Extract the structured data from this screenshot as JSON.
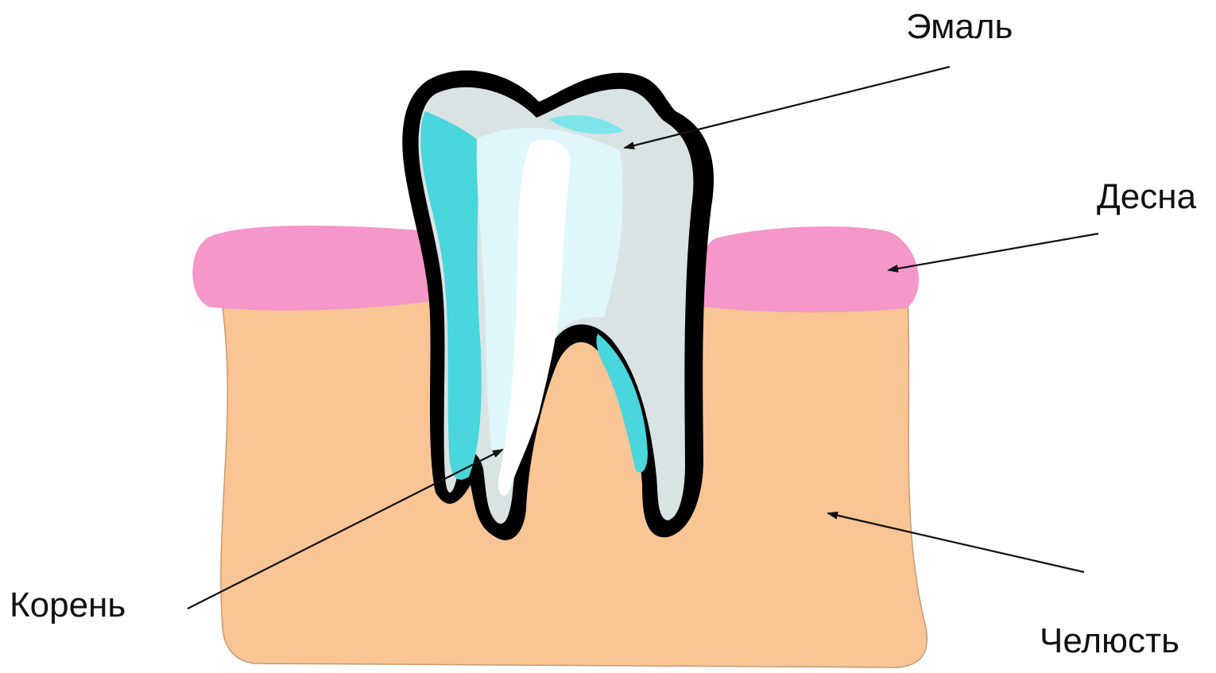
{
  "labels": {
    "enamel": "Эмаль",
    "gum": "Десна",
    "root": "Корень",
    "jaw": "Челюсть"
  },
  "colors": {
    "jaw": "#f9c595",
    "gum": "#f597c8",
    "outline": "#000000",
    "enamel_highlight": "#ffffff",
    "enamel_light": "#dff7fb",
    "enamel_cyan": "#49d6dc",
    "enamel_grey": "#d9e3e4",
    "arrow": "#111111"
  }
}
